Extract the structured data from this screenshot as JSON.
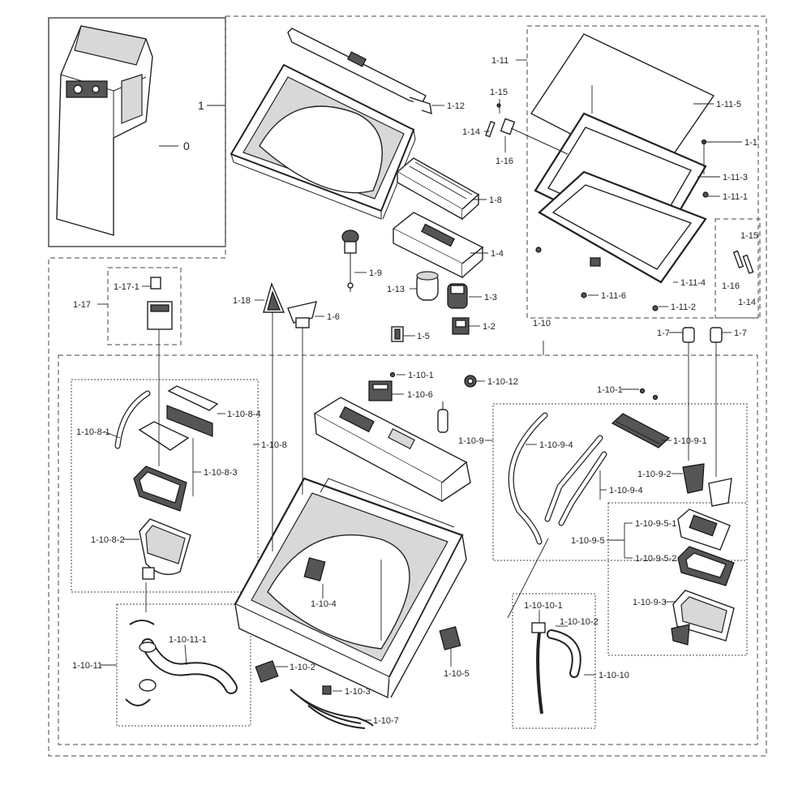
{
  "labels": {
    "l0": "0",
    "l1": "1",
    "l1_1": "1-1",
    "l1_2": "1-2",
    "l1_3": "1-3",
    "l1_4": "1-4",
    "l1_5": "1-5",
    "l1_6": "1-6",
    "l1_7a": "1-7",
    "l1_7b": "1-7",
    "l1_8": "1-8",
    "l1_9": "1-9",
    "l1_10": "1-10",
    "l1_11": "1-11",
    "l1_11_1": "1-11-1",
    "l1_11_2": "1-11-2",
    "l1_11_3": "1-11-3",
    "l1_11_4": "1-11-4",
    "l1_11_5": "1-11-5",
    "l1_11_6": "1-11-6",
    "l1_12": "1-12",
    "l1_13": "1-13",
    "l1_14a": "1-14",
    "l1_14b": "1-14",
    "l1_15a": "1-15",
    "l1_15b": "1-15",
    "l1_16a": "1-16",
    "l1_16b": "1-16",
    "l1_17": "1-17",
    "l1_17_1": "1-17-1",
    "l1_18": "1-18",
    "l1_10_1a": "1-10-1",
    "l1_10_1b": "1-10-1",
    "l1_10_2": "1-10-2",
    "l1_10_3": "1-10-3",
    "l1_10_4": "1-10-4",
    "l1_10_5": "1-10-5",
    "l1_10_6": "1-10-6",
    "l1_10_7": "1-10-7",
    "l1_10_8": "1-10-8",
    "l1_10_8_1": "1-10-8-1",
    "l1_10_8_2": "1-10-8-2",
    "l1_10_8_3": "1-10-8-3",
    "l1_10_8_4": "1-10-8-4",
    "l1_10_9": "1-10-9",
    "l1_10_9_1": "1-10-9-1",
    "l1_10_9_2": "1-10-9-2",
    "l1_10_9_3": "1-10-9-3",
    "l1_10_9_4a": "1-10-9-4",
    "l1_10_9_4b": "1-10-9-4",
    "l1_10_9_5": "1-10-9-5",
    "l1_10_9_5_1": "1-10-9-5-1",
    "l1_10_9_5_2": "1-10-9-5-2",
    "l1_10_10": "1-10-10",
    "l1_10_10_1": "1-10-10-1",
    "l1_10_10_2": "1-10-10-2",
    "l1_10_11": "1-10-11",
    "l1_10_11_1": "1-10-11-1",
    "l1_10_12": "1-10-12"
  }
}
